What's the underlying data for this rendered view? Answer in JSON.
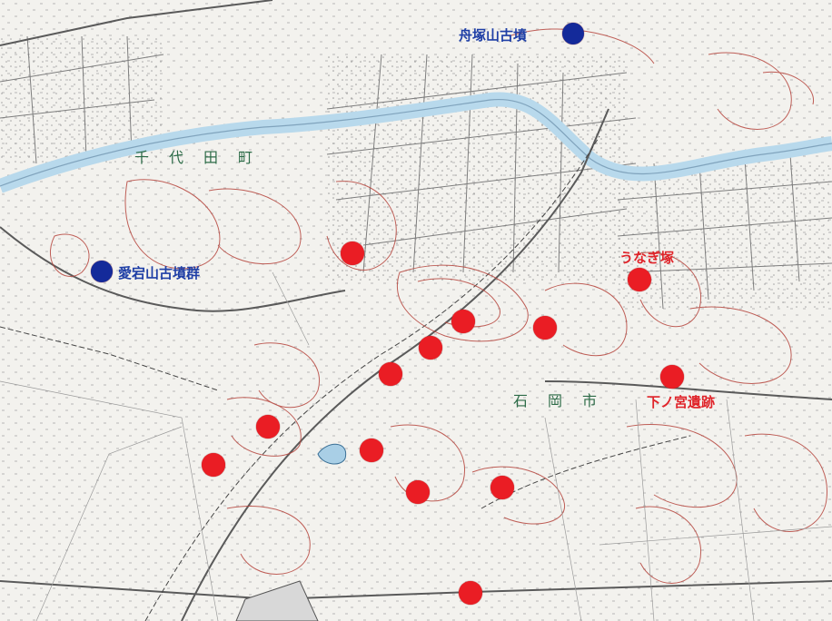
{
  "map": {
    "colors": {
      "site": "#ea1d24",
      "landmark": "#142a9a",
      "river": "#b8d9ec",
      "contour": "#b5443c",
      "road": "#6e6e6e",
      "paddy": "#8a8a8a"
    },
    "labels": {
      "funazuka": "舟塚山古墳",
      "atago": "愛宕山古墳群",
      "unagizuka": "うなぎ塚",
      "shimonomiya": "下ノ宮遺跡",
      "chiyoda": "千代田町",
      "ishioka": "石岡市"
    },
    "icons": {
      "site_marker": "red-circle-icon",
      "landmark_marker": "blue-circle-icon"
    }
  }
}
